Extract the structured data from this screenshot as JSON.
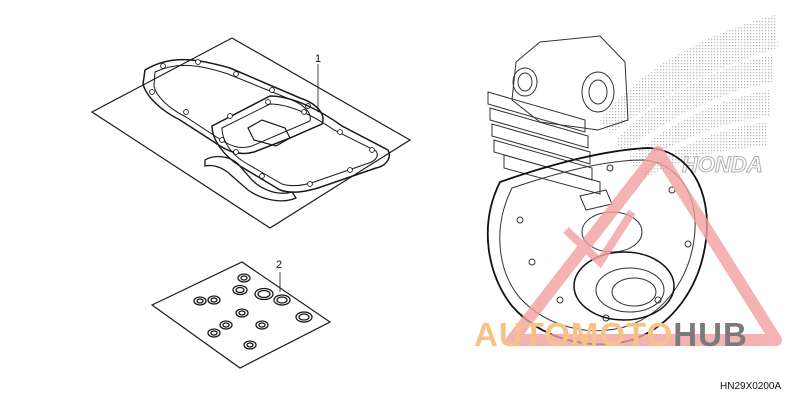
{
  "parts": [
    {
      "number": "1"
    },
    {
      "number": "2"
    }
  ],
  "watermark": {
    "part_a": "AUTOMOTO",
    "part_b": "HUB",
    "color_a": "#f6c287",
    "color_b": "#7b7b7b",
    "triangle_color": "#f2a0a0"
  },
  "brand_logo": {
    "text": "HONDA"
  },
  "diagram_code": "HN29X0200A",
  "colors": {
    "line": "#1a1a1a",
    "background": "#ffffff"
  }
}
